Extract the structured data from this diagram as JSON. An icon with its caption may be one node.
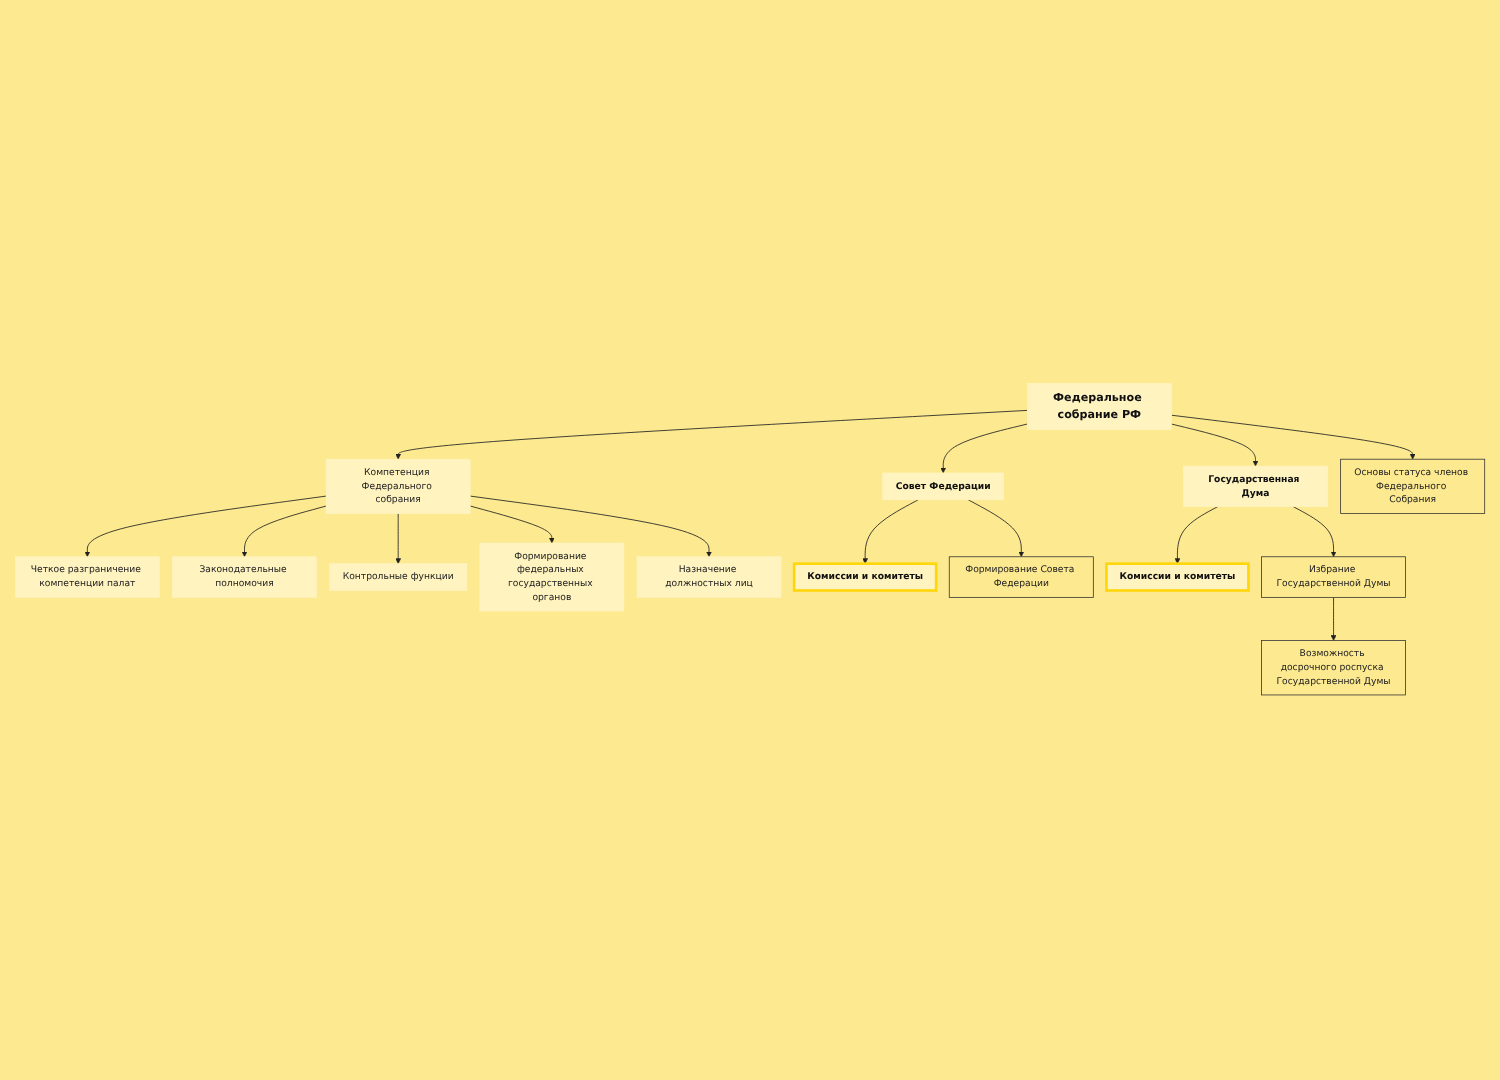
{
  "diagram": {
    "nodes": [
      {
        "text": [
          "Четкое разграничение компетенции палат"
        ]
      },
      {
        "text": [
          "Законодательные полномочия"
        ]
      },
      {
        "text": [
          "Контрольные функции"
        ]
      },
      {
        "text": [
          "Формирование федеральных государственных органов"
        ]
      },
      {
        "text": [
          "Назначение должностных лиц"
        ]
      },
      {
        "text": [
          "Компетенция Федерального собрания"
        ]
      },
      {
        "text": [
          "Комиссии и комитеты"
        ]
      },
      {
        "text": [
          "Федеральное собрание РФ"
        ]
      },
      {
        "text": [
          "Комиссии и комитеты"
        ]
      },
      {
        "text": [
          "Совет Федерации"
        ]
      },
      {
        "text": [
          "Государственная Дума"
        ]
      },
      {
        "text": [
          "Формирование Совета Федерации"
        ]
      },
      {
        "text": [
          "Избрание Государственной Думы"
        ]
      },
      {
        "text": [
          "Основы статуса членов Федерального Собрания"
        ]
      },
      {
        "text": [
          "Возможность досрочного роспуска Государственной Думы"
        ]
      }
    ],
    "edges": [
      {
        "from": 5,
        "to": 0,
        "arrow": "to"
      },
      {
        "from": 5,
        "to": 1,
        "arrow": "to"
      },
      {
        "from": 5,
        "to": 2,
        "arrow": "to"
      },
      {
        "from": 5,
        "to": 3,
        "arrow": "to"
      },
      {
        "from": 5,
        "to": 4,
        "arrow": "to"
      },
      {
        "from": 7,
        "to": 5,
        "arrow": "to"
      },
      {
        "from": 9,
        "to": 6,
        "arrow": "to"
      },
      {
        "from": 7,
        "to": 9,
        "arrow": "to"
      },
      {
        "from": 7,
        "to": 10,
        "arrow": "to"
      },
      {
        "from": 10,
        "to": 8,
        "arrow": "to"
      },
      {
        "from": 9,
        "to": 11,
        "arrow": "to"
      },
      {
        "from": 7,
        "to": 13,
        "arrow": "to"
      },
      {
        "from": 10,
        "to": 12,
        "arrow": "to"
      },
      {
        "from": 12,
        "to": 14,
        "arrow": "to"
      }
    ]
  }
}
